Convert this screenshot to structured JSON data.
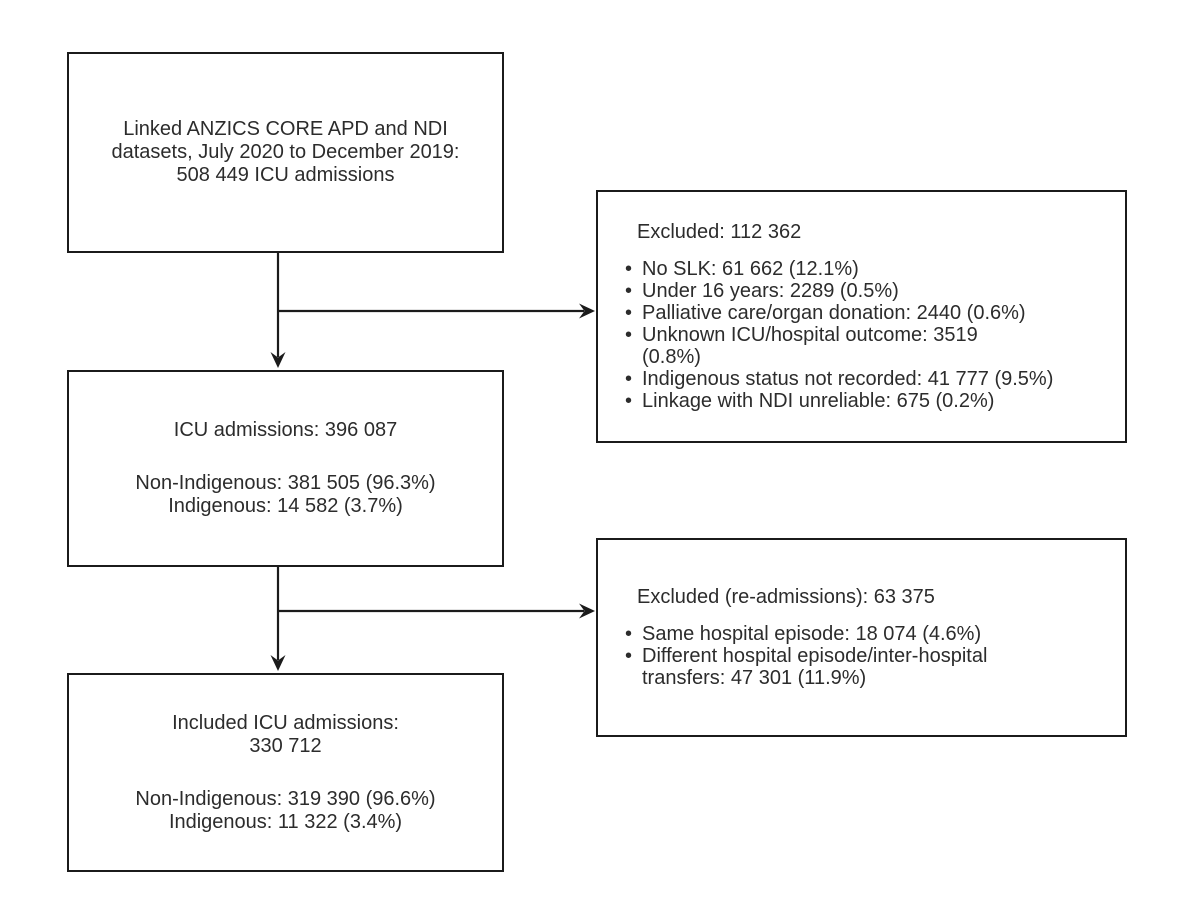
{
  "colors": {
    "line": "#1b1b1b",
    "text": "#2c2c2c",
    "background": "#ffffff"
  },
  "bullet_char": "•",
  "flow": {
    "source_box": {
      "lines": [
        "Linked ANZICS CORE APD and NDI",
        "datasets, July 2020 to December 2019:",
        "508 449 ICU admissions"
      ]
    },
    "excluded_box_1": {
      "title": "Excluded: 112 362",
      "items": [
        "No SLK: 61 662 (12.1%)",
        "Under 16 years: 2289 (0.5%)",
        "Palliative care/organ donation: 2440 (0.6%)",
        "Unknown ICU/hospital outcome: 3519\n(0.8%)",
        "Indigenous status not recorded: 41 777 (9.5%)",
        "Linkage with NDI unreliable: 675 (0.2%)"
      ]
    },
    "admissions_box": {
      "lines": [
        "ICU admissions: 396 087",
        "Non-Indigenous: 381 505 (96.3%)",
        "Indigenous: 14 582 (3.7%)"
      ]
    },
    "excluded_box_2": {
      "title": "Excluded (re-admissions): 63 375",
      "items": [
        "Same hospital episode: 18 074 (4.6%)",
        "Different hospital episode/inter-hospital\ntransfers: 47 301 (11.9%)"
      ]
    },
    "included_box": {
      "lines": [
        "Included ICU admissions:",
        "330 712",
        "Non-Indigenous: 319 390 (96.6%)",
        "Indigenous: 11 322 (3.4%)"
      ]
    }
  }
}
